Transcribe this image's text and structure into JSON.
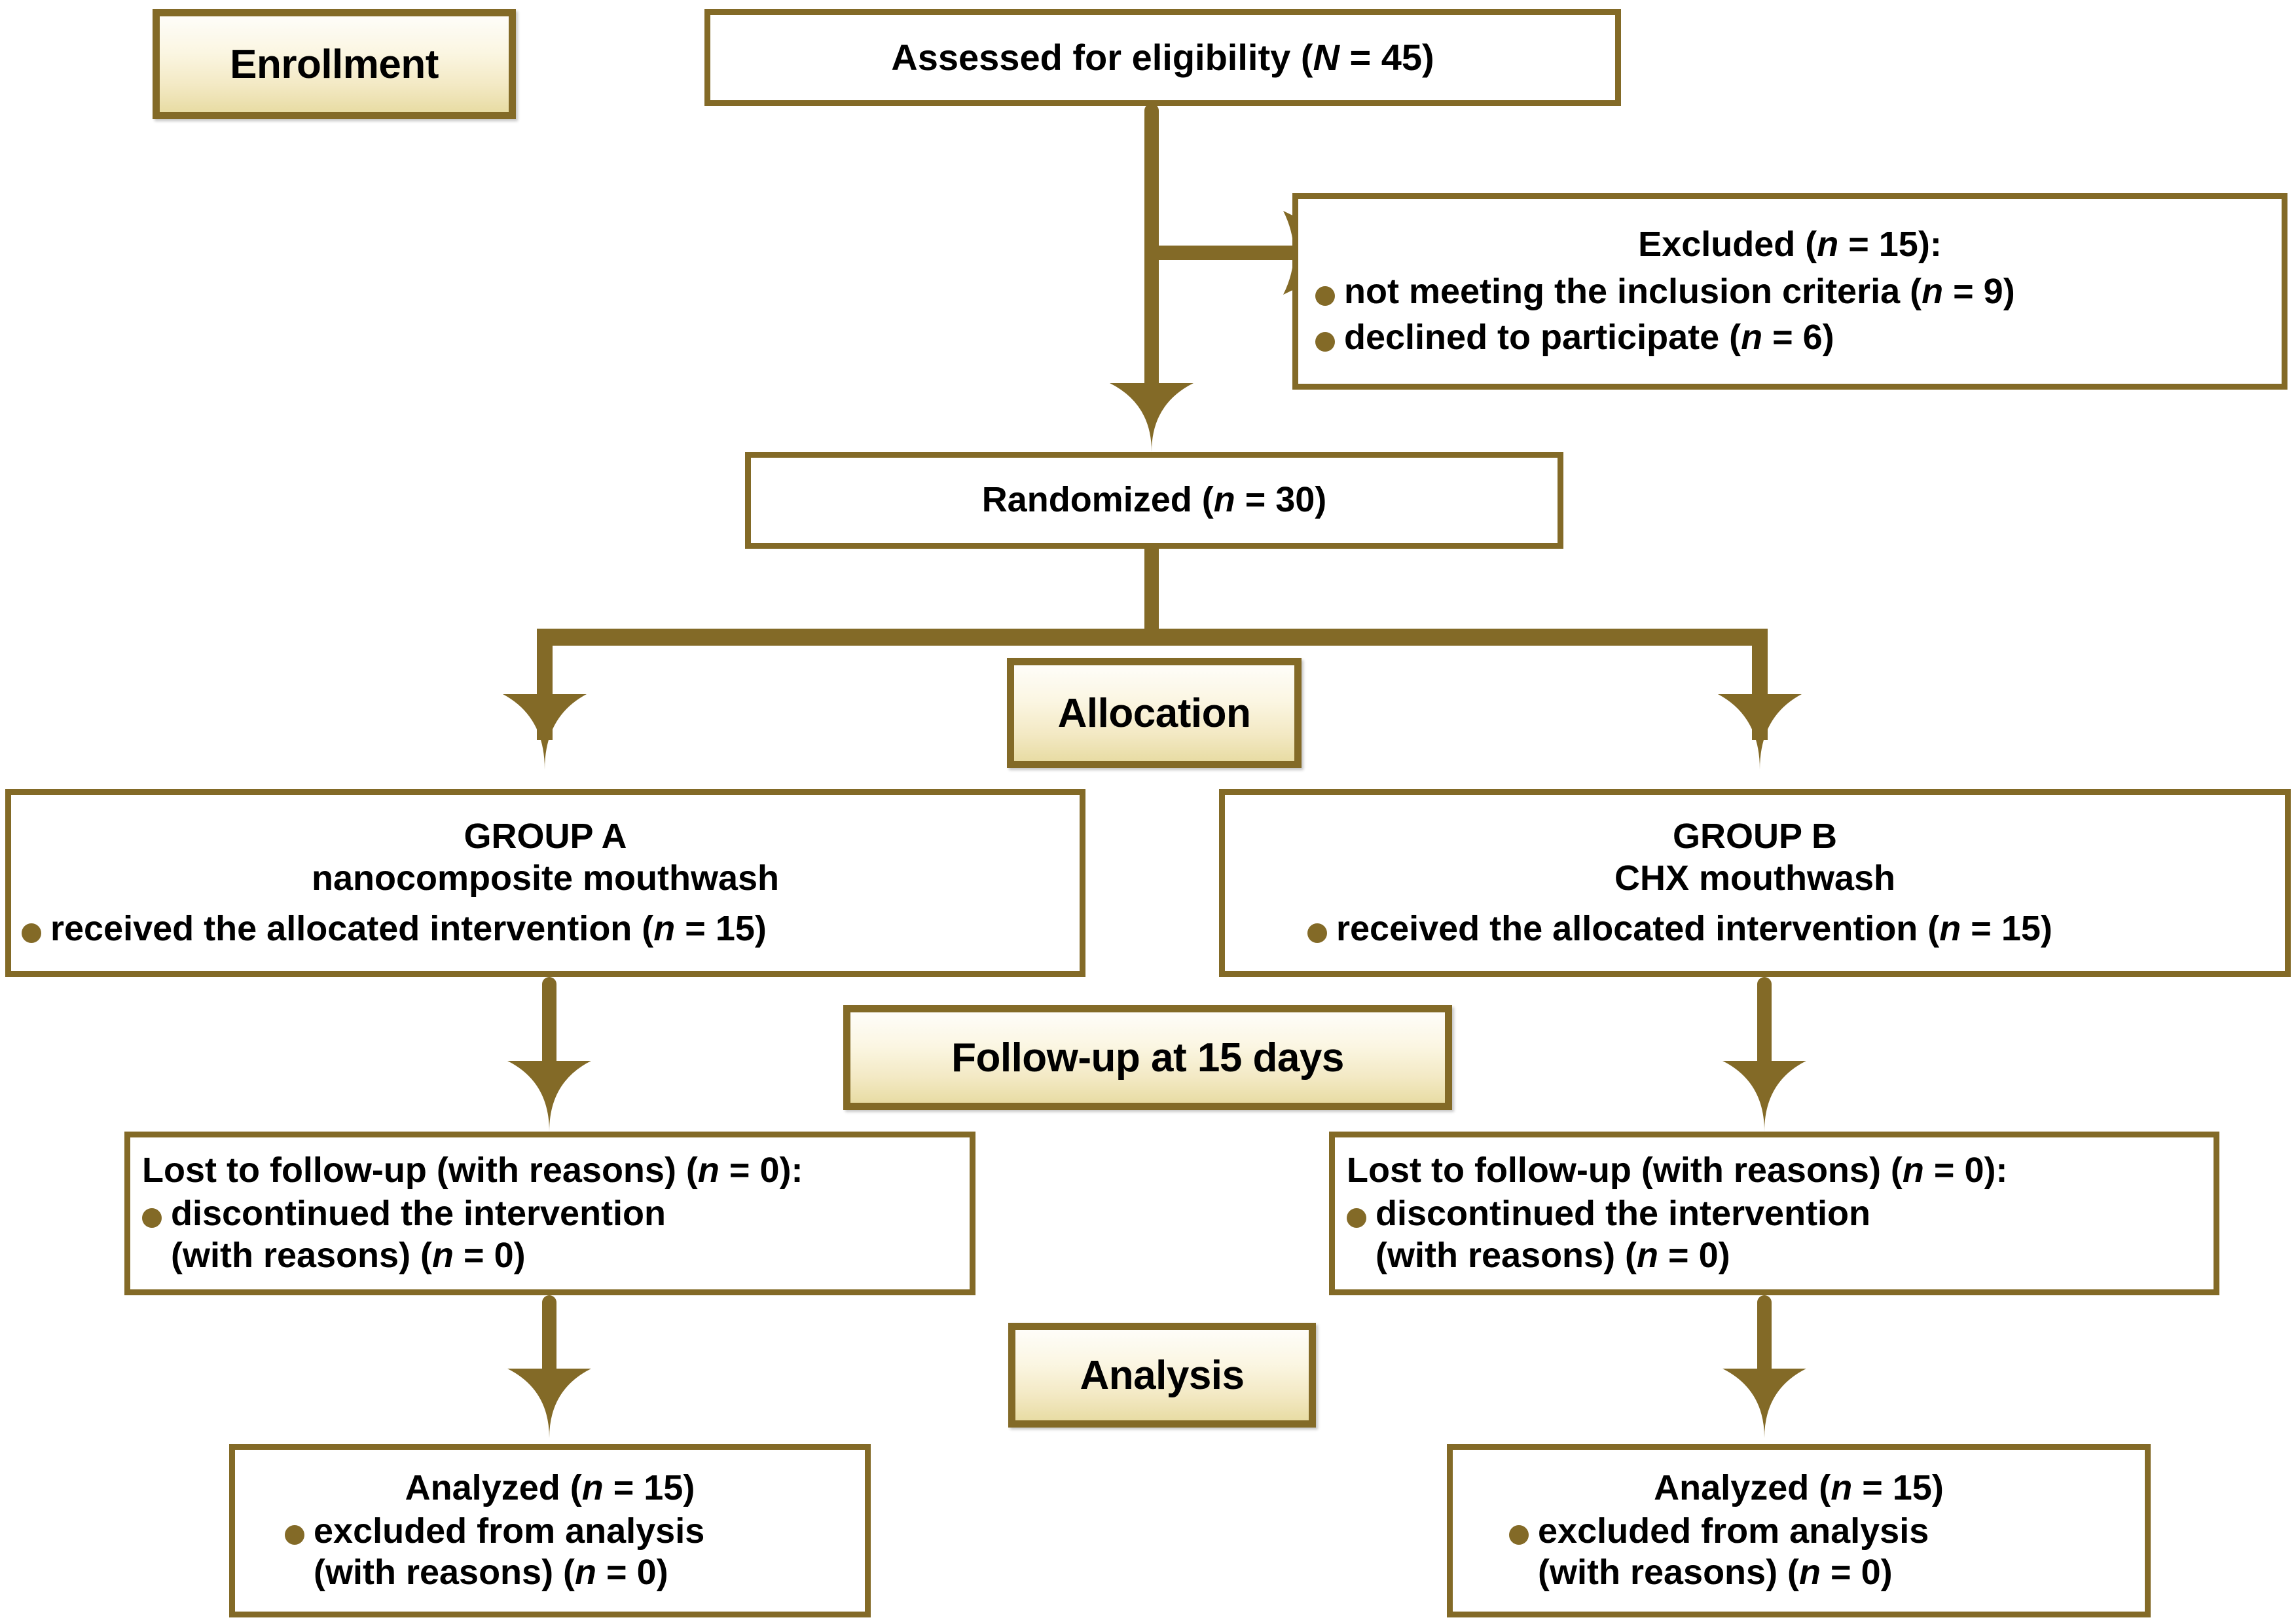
{
  "meta": {
    "title": "CONSORT participant flow diagram",
    "colors": {
      "brown": "#836A27",
      "box_fill": "#FFFFFF",
      "label_gradient_top": "#FEFDF9",
      "label_gradient_bottom": "#E8DCA4",
      "text": "#000000"
    }
  },
  "stage_labels": {
    "enrollment": "Enrollment",
    "allocation": "Allocation",
    "followup": "Follow-up at 15 days",
    "analysis": "Analysis"
  },
  "nodes": {
    "assessed": {
      "text_pre": "Assessed for eligibility (",
      "italic": "N",
      "text_post": " = 45)"
    },
    "excluded": {
      "heading_pre": "Excluded (",
      "heading_italic": "n",
      "heading_post": " = 15):",
      "bullets": [
        {
          "pre": "not meeting the inclusion criteria (",
          "italic": "n",
          "post": " = 9)"
        },
        {
          "pre": "declined to participate (",
          "italic": "n",
          "post": " = 6)"
        }
      ]
    },
    "randomized": {
      "text_pre": "Randomized (",
      "italic": "n",
      "text_post": " = 30)"
    },
    "group_a": {
      "line1": "GROUP A",
      "line2": "nanocomposite mouthwash",
      "bullets": [
        {
          "pre": "received the allocated intervention (",
          "italic": "n",
          "post": " = 15)"
        }
      ]
    },
    "group_b": {
      "line1": "GROUP B",
      "line2": "CHX mouthwash",
      "bullets": [
        {
          "pre": "received the allocated intervention (",
          "italic": "n",
          "post": " = 15)"
        }
      ]
    },
    "lost_a": {
      "heading_pre": "Lost to follow-up (with reasons) (",
      "heading_italic": "n",
      "heading_post": " = 0):",
      "bullets": [
        {
          "pre": "discontinued the intervention",
          "sub_pre": "(with reasons) (",
          "sub_italic": "n",
          "sub_post": " = 0)"
        }
      ]
    },
    "lost_b": {
      "heading_pre": "Lost to follow-up (with reasons) (",
      "heading_italic": "n",
      "heading_post": " = 0):",
      "bullets": [
        {
          "pre": "discontinued the intervention",
          "sub_pre": "(with reasons) (",
          "sub_italic": "n",
          "sub_post": " = 0)"
        }
      ]
    },
    "analyzed_a": {
      "heading_pre": "Analyzed (",
      "heading_italic": "n",
      "heading_post": " = 15)",
      "bullets": [
        {
          "pre": "excluded from analysis",
          "sub_pre": "(with reasons) (",
          "sub_italic": "n",
          "sub_post": " = 0)"
        }
      ]
    },
    "analyzed_b": {
      "heading_pre": "Analyzed (",
      "heading_italic": "n",
      "heading_post": " = 15)",
      "bullets": [
        {
          "pre": "excluded from analysis",
          "sub_pre": "(with reasons) (",
          "sub_italic": "n",
          "sub_post": " = 0)"
        }
      ]
    }
  },
  "chart_data": {
    "type": "diagram",
    "title": "CONSORT flow diagram",
    "flow": [
      {
        "stage": "Enrollment",
        "node": "Assessed for eligibility",
        "label": "N",
        "value": 45
      },
      {
        "stage": "Enrollment",
        "node": "Excluded",
        "label": "n",
        "value": 15,
        "reasons": [
          {
            "reason": "not meeting the inclusion criteria",
            "label": "n",
            "value": 9
          },
          {
            "reason": "declined to participate",
            "label": "n",
            "value": 6
          }
        ]
      },
      {
        "stage": "Enrollment",
        "node": "Randomized",
        "label": "n",
        "value": 30
      },
      {
        "stage": "Allocation",
        "node": "GROUP A – nanocomposite mouthwash",
        "detail": "received the allocated intervention",
        "label": "n",
        "value": 15
      },
      {
        "stage": "Allocation",
        "node": "GROUP B – CHX mouthwash",
        "detail": "received the allocated intervention",
        "label": "n",
        "value": 15
      },
      {
        "stage": "Follow-up at 15 days",
        "node": "GROUP A lost to follow-up (with reasons)",
        "label": "n",
        "value": 0,
        "detail": "discontinued the intervention (with reasons) (n = 0)"
      },
      {
        "stage": "Follow-up at 15 days",
        "node": "GROUP B lost to follow-up (with reasons)",
        "label": "n",
        "value": 0,
        "detail": "discontinued the intervention (with reasons) (n = 0)"
      },
      {
        "stage": "Analysis",
        "node": "GROUP A analyzed",
        "label": "n",
        "value": 15,
        "detail": "excluded from analysis (with reasons) (n = 0)"
      },
      {
        "stage": "Analysis",
        "node": "GROUP B analyzed",
        "label": "n",
        "value": 15,
        "detail": "excluded from analysis (with reasons) (n = 0)"
      }
    ]
  }
}
